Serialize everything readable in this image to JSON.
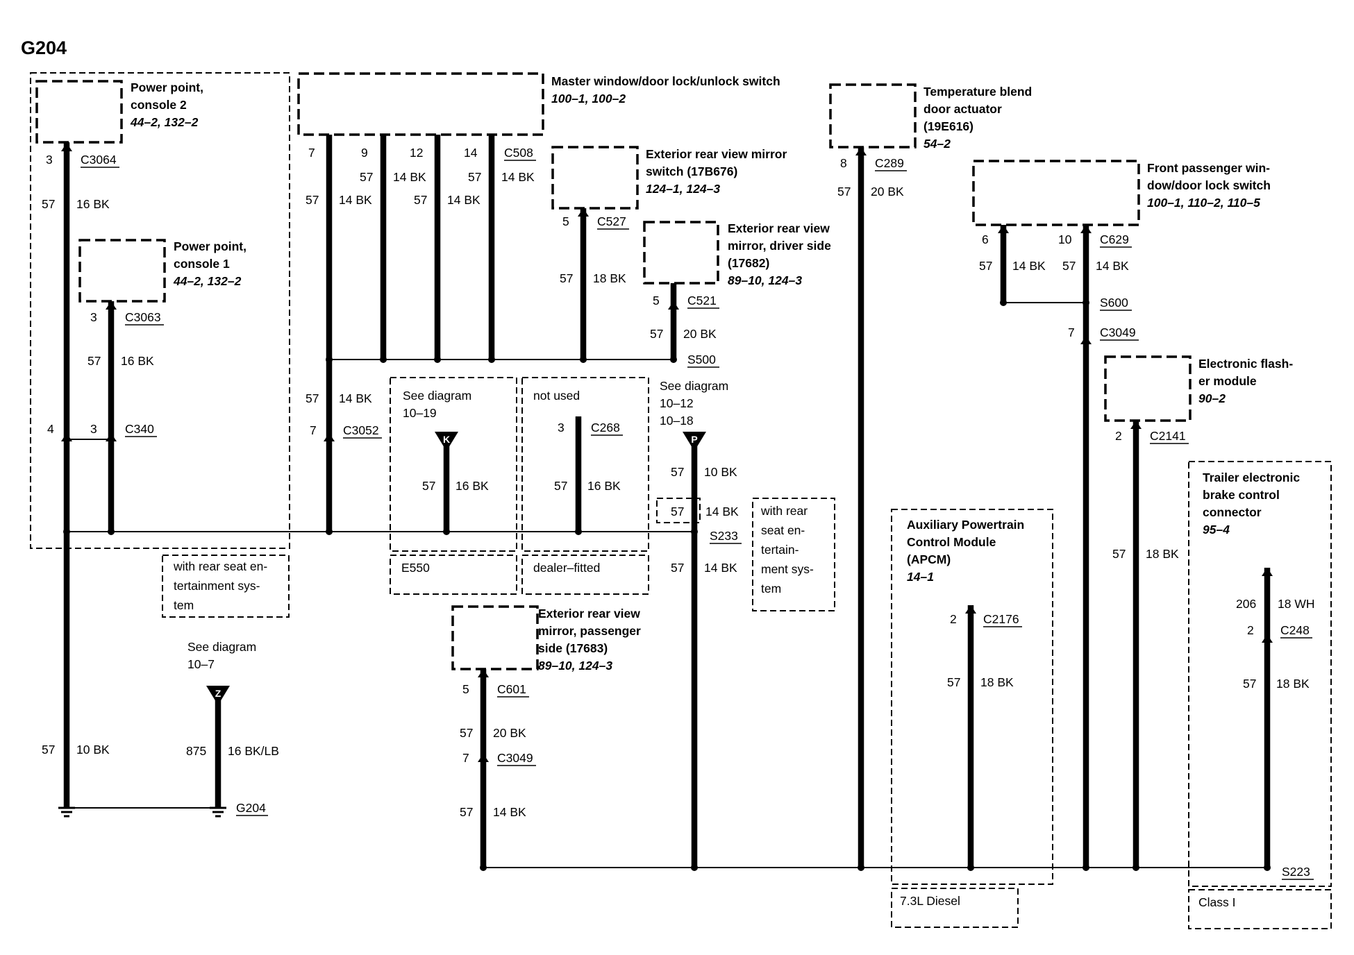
{
  "title": "G204",
  "components": {
    "power_point_2": {
      "name_line1": "Power point,",
      "name_line2": "console 2",
      "refs": "44–2, 132–2"
    },
    "power_point_1": {
      "name_line1": "Power point,",
      "name_line2": "console 1",
      "refs": "44–2, 132–2"
    },
    "master_switch": {
      "name": "Master window/door lock/unlock switch",
      "refs": "100–1, 100–2"
    },
    "mirror_switch": {
      "name_line1": "Exterior rear view mirror",
      "name_line2": "switch (17B676)",
      "refs": "124–1, 124–3"
    },
    "mirror_driver": {
      "name_line1": "Exterior rear view",
      "name_line2": "mirror, driver side",
      "name_line3": "(17682)",
      "refs": "89–10, 124–3"
    },
    "mirror_pass": {
      "name_line1": "Exterior rear view",
      "name_line2": "mirror, passenger",
      "name_line3": "side (17683)",
      "refs": "89–10, 124–3"
    },
    "temp_blend": {
      "name_line1": "Temperature blend",
      "name_line2": "door actuator",
      "name_line3": "(19E616)",
      "refs": "54–2"
    },
    "front_pass_switch": {
      "name_line1": "Front passenger win-",
      "name_line2": "dow/door lock switch",
      "refs": "100–1, 110–2, 110–5"
    },
    "flasher": {
      "name_line1": "Electronic flash-",
      "name_line2": "er module",
      "refs": "90–2"
    },
    "apcm": {
      "name_line1": "Auxiliary Powertrain",
      "name_line2": "Control Module",
      "name_line3": "(APCM)",
      "refs": "14–1"
    },
    "trailer": {
      "name_line1": "Trailer electronic",
      "name_line2": "brake control",
      "name_line3": "connector",
      "refs": "95–4"
    }
  },
  "option_notes": {
    "rse_left": [
      "with rear seat en-",
      "tertainment sys-",
      "tem"
    ],
    "rse_right": [
      "with rear",
      "seat en-",
      "tertain-",
      "ment sys-",
      "tem"
    ],
    "e550": "E550",
    "dealer": "dealer–fitted",
    "not_used": "not used",
    "diesel": "7.3L Diesel",
    "class1": "Class I"
  },
  "see_diagrams": {
    "k": {
      "line1": "See diagram",
      "line2": "10–19",
      "letter": "K"
    },
    "p": {
      "line1": "See diagram",
      "line2": "10–12",
      "line3": "10–18",
      "letter": "P"
    },
    "z": {
      "line1": "See diagram",
      "line2": "10–7",
      "letter": "Z"
    }
  },
  "connectors": {
    "c3064": "C3064",
    "c3063": "C3063",
    "c340": "C340",
    "c508": "C508",
    "c3052": "C3052",
    "c527": "C527",
    "c521": "C521",
    "s500": "S500",
    "c268": "C268",
    "s233": "S233",
    "c601": "C601",
    "c3049a": "C3049",
    "c289": "C289",
    "c629": "C629",
    "s600": "S600",
    "c3049b": "C3049",
    "c2141": "C2141",
    "c2176": "C2176",
    "c248": "C248",
    "s223": "S223",
    "g204": "G204"
  },
  "pins": {
    "pp2": "3",
    "pp1": "3",
    "c340_left": "4",
    "c340_right": "3",
    "m7": "7",
    "m9": "9",
    "m12": "12",
    "m14": "14",
    "c3052": "7",
    "ms": "5",
    "md": "5",
    "c268": "3",
    "mp": "5",
    "c3049a": "7",
    "tb": "8",
    "fp6": "6",
    "fp10": "10",
    "c3049b": "7",
    "fl": "2",
    "apcm": "2",
    "trailer_top": "206",
    "trailer": "2"
  },
  "circuits": {
    "w1": "57",
    "w2": "57",
    "w3": "57",
    "w4": "57",
    "w5": "57",
    "w6": "57",
    "w7": "57",
    "w8": "57",
    "w9": "57",
    "w10": "57",
    "w11": "57",
    "w12": "57",
    "w13": "57",
    "w14": "875",
    "w15": "57",
    "w16": "57",
    "w17": "57",
    "w18": "57",
    "w19": "57",
    "w20": "57",
    "w21": "57",
    "w22": "57",
    "w23": "57",
    "w24": "206",
    "w25": "57"
  },
  "gauges": {
    "w1": "16 BK",
    "w2": "16 BK",
    "w3": "14 BK",
    "w4": "14 BK",
    "w5": "14 BK",
    "w6": "14 BK",
    "w7": "14 BK",
    "w8": "18 BK",
    "w9": "20 BK",
    "w10": "16 BK",
    "w11": "16 BK",
    "w12": "10 BK",
    "w13": "10 BK",
    "w14": "16 BK/LB",
    "w15": "14 BK",
    "w16": "14 BK",
    "w17": "20 BK",
    "w18": "14 BK",
    "w19": "20 BK",
    "w20": "14 BK",
    "w21": "14 BK",
    "w22": "18 BK",
    "w23": "18 BK",
    "w24": "18 WH",
    "w25": "18 BK"
  }
}
